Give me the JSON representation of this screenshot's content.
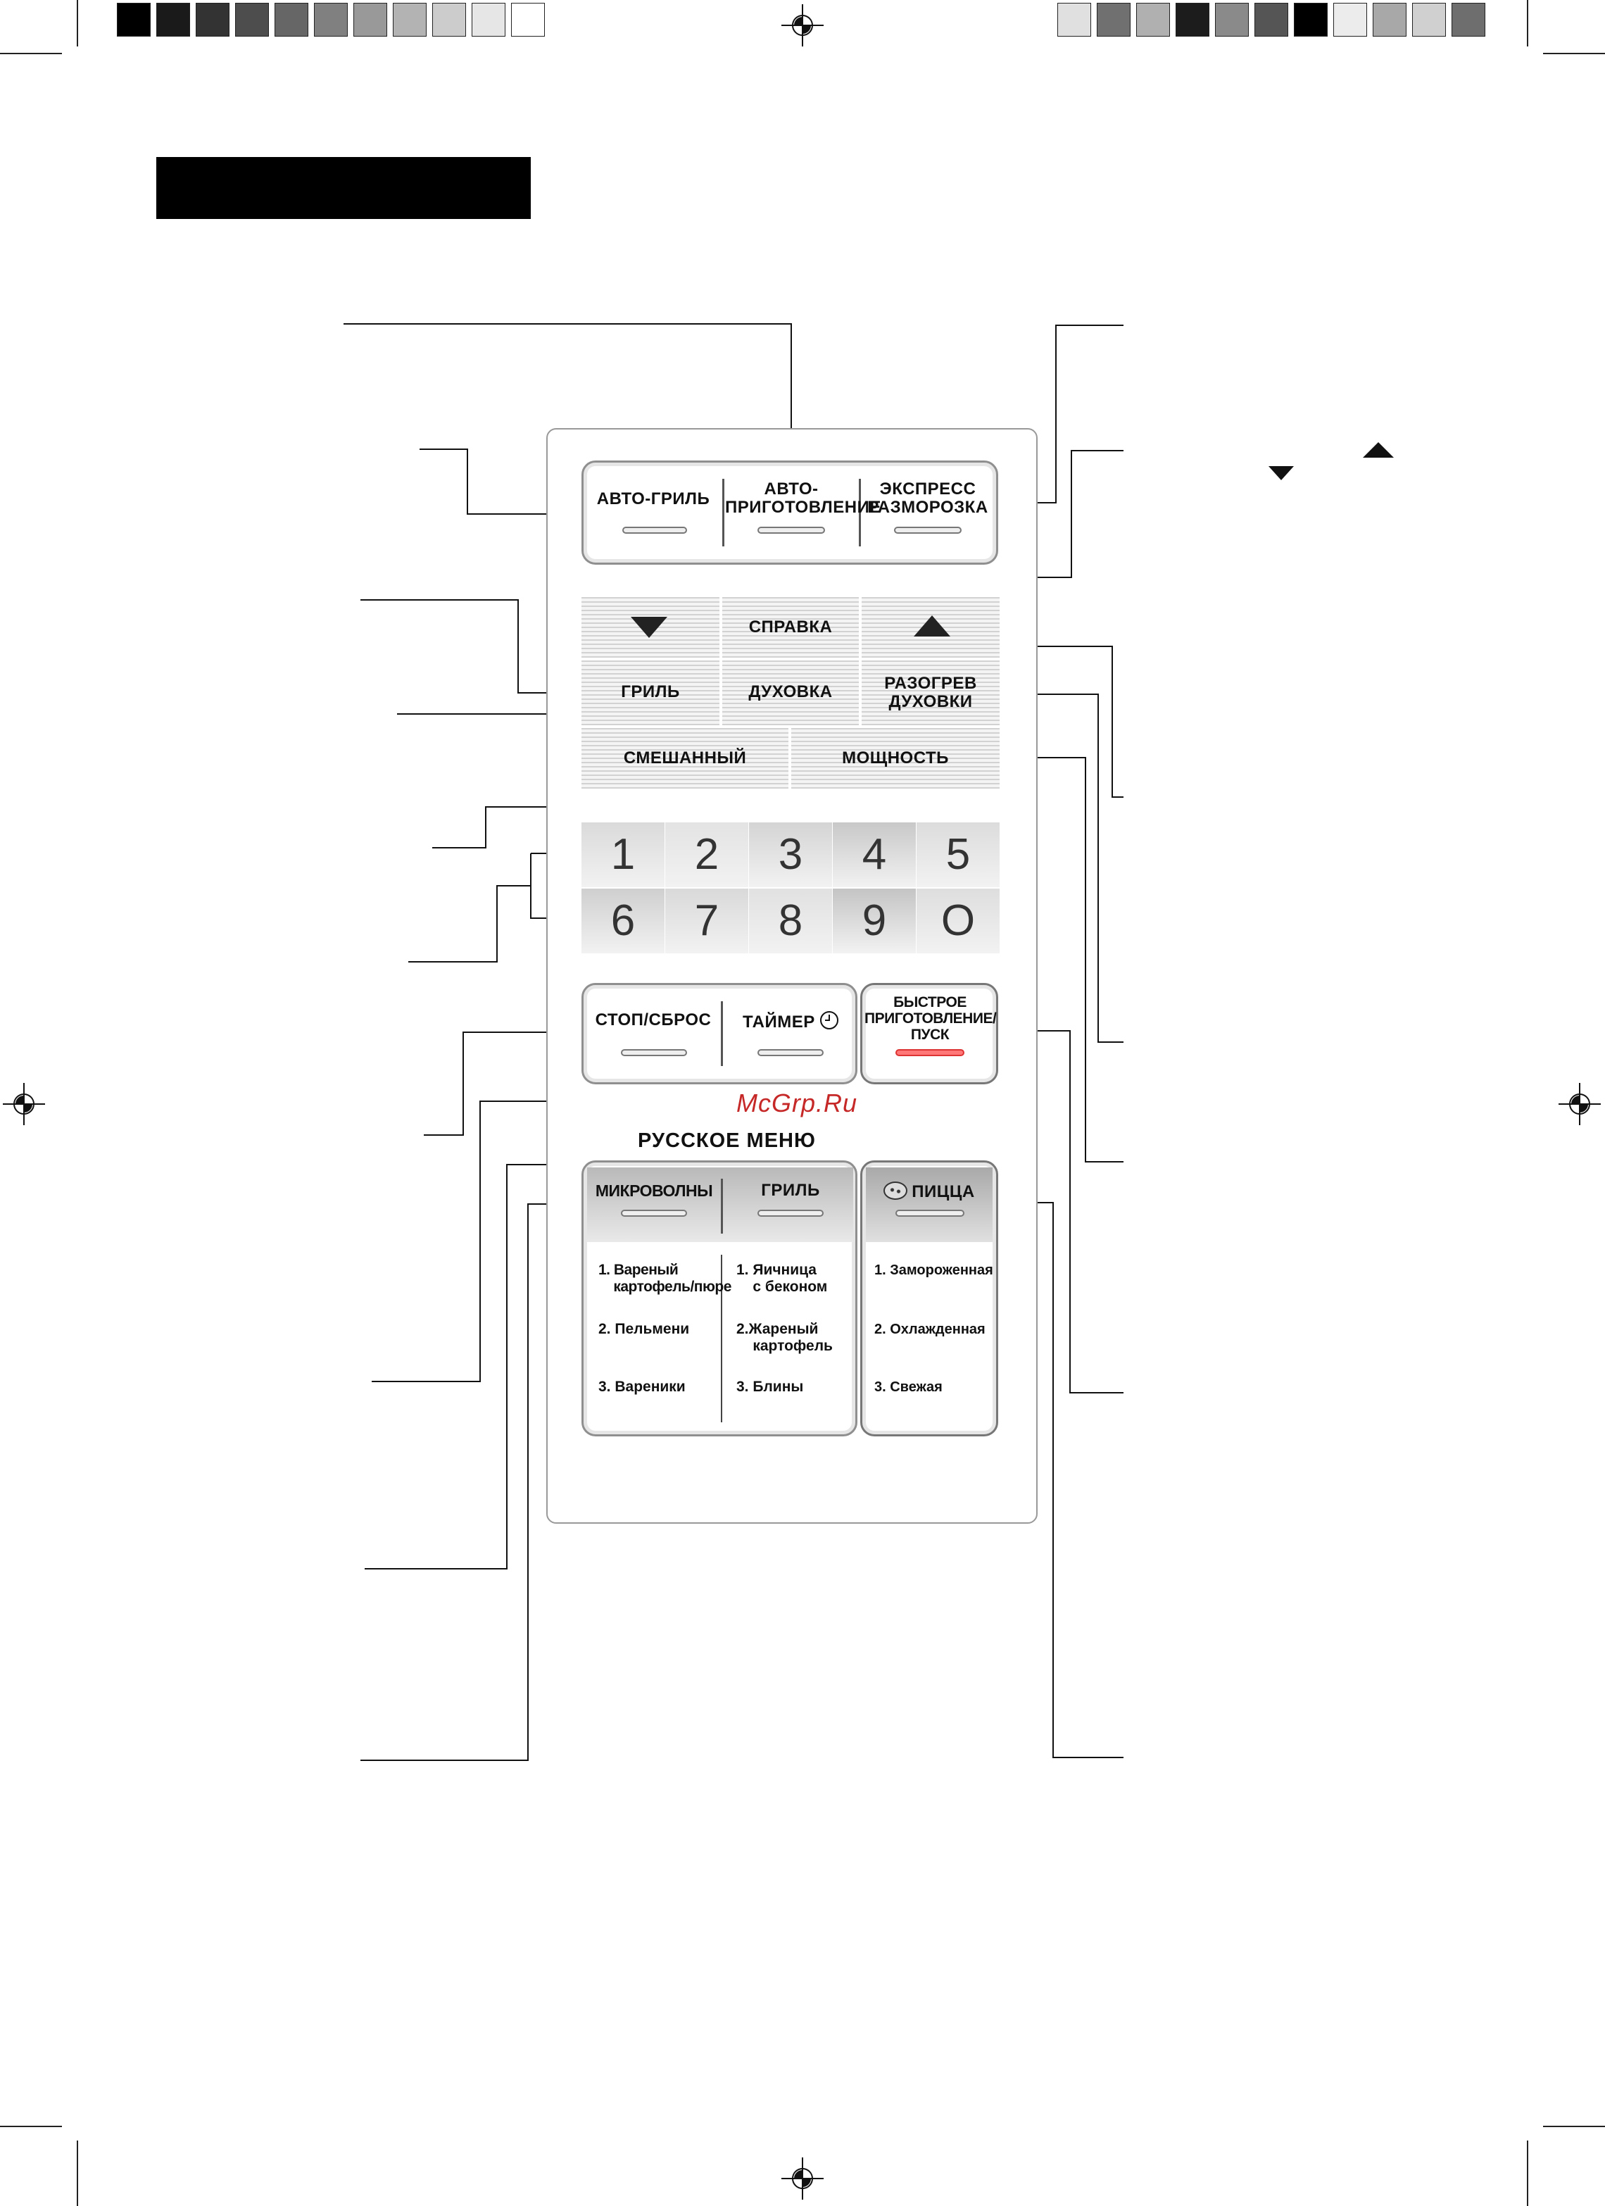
{
  "watermark": "McGrp.Ru",
  "russian_menu_title": "РУССКОЕ МЕНЮ",
  "top_row": {
    "auto_grill": "АВТО-ГРИЛЬ",
    "auto_cook": "АВТО-\nПРИГОТОВЛЕНИЕ",
    "express_defrost": "ЭКСПРЕСС\nРАЗМОРОЗКА"
  },
  "mode_buttons": {
    "down_arrow": "▼",
    "help": "СПРАВКА",
    "up_arrow": "▲",
    "grill": "ГРИЛЬ",
    "oven": "ДУХОВКА",
    "preheat_oven": "РАЗОГРЕВ\nДУХОВКИ",
    "combi": "СМЕШАННЫЙ",
    "power": "МОЩНОСТЬ"
  },
  "number_keys": [
    "1",
    "2",
    "3",
    "4",
    "5",
    "6",
    "7",
    "8",
    "9",
    "O"
  ],
  "control_row": {
    "stop_reset": "СТОП/СБРОС",
    "timer": "ТАЙМЕР",
    "quick_start": "БЫСТРОЕ\nПРИГОТОВЛЕНИЕ/\nПУСК"
  },
  "menu": {
    "microwave": {
      "header": "МИКРОВОЛНЫ",
      "items": [
        "1. Вареный\n    картофель/пюре",
        "2. Пельмени",
        "3. Вареники"
      ]
    },
    "grill": {
      "header": "ГРИЛЬ",
      "items": [
        "1. Яичница\n    с беконом",
        "2.Жареный\n    картофель",
        "3. Блины"
      ]
    },
    "pizza": {
      "header": "ПИЦЦА",
      "items": [
        "1. Замороженная",
        "2. Охлажденная",
        "3. Свежая"
      ]
    }
  },
  "colors": {
    "black": "#000000",
    "panel_border": "#999999",
    "start_indicator": "#ff7777",
    "watermark": "#c62828"
  },
  "icons": [
    "registration-mark-icon",
    "down-triangle-icon",
    "up-triangle-icon",
    "clock-icon",
    "pizza-icon"
  ]
}
